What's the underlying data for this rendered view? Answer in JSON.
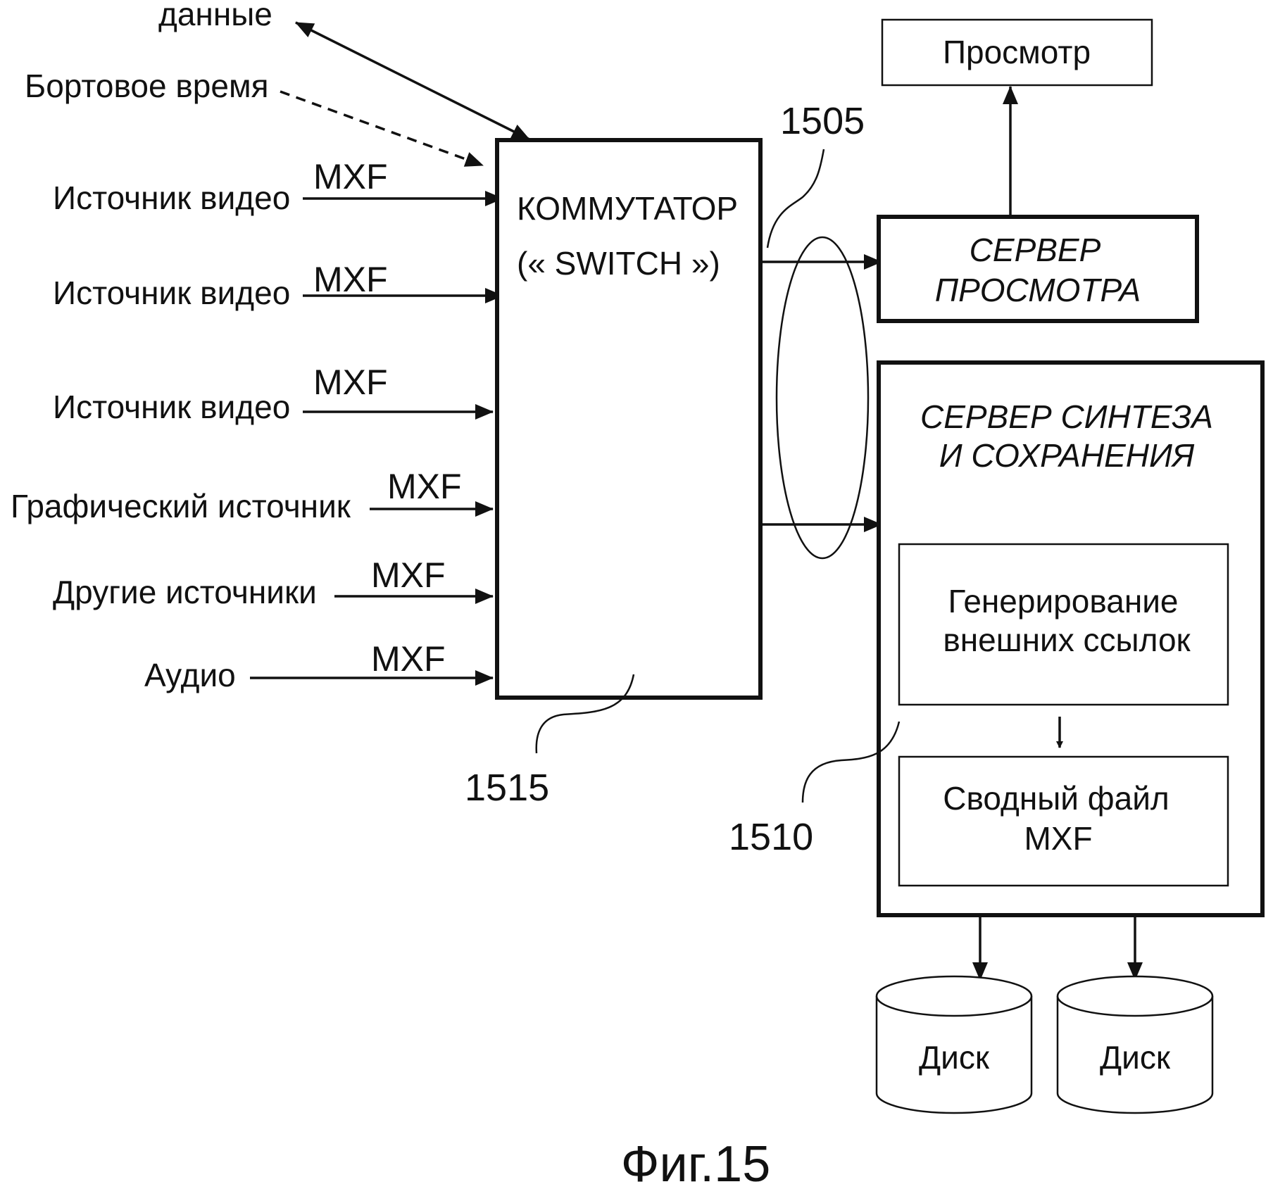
{
  "inputs": {
    "data": "данные",
    "onboard_time": "Бортовое время",
    "video_source_1": "Источник видео",
    "video_source_2": "Источник видео",
    "video_source_3": "Источник видео",
    "graphic_source": "Графический источник",
    "other_sources": "Другие источники",
    "audio": "Аудио",
    "mxf": "MXF"
  },
  "switch": {
    "line1": "КОММУТАТОР",
    "line2": "(« SWITCH »)",
    "ref": "1515"
  },
  "bus_ref": "1505",
  "view": {
    "label": "Просмотр"
  },
  "view_server": {
    "line1": "СЕРВЕР",
    "line2": "ПРОСМОТРА"
  },
  "synth_server": {
    "line1": "СЕРВЕР СИНТЕЗА",
    "line2": "И СОХРАНЕНИЯ",
    "ref": "1510",
    "gen_line1": "Генерирование",
    "gen_line2": "внешних ссылок",
    "file_line1": "Сводный файл",
    "file_line2": "MXF"
  },
  "disks": [
    "Диск",
    "Диск"
  ],
  "caption": "Фиг.15"
}
